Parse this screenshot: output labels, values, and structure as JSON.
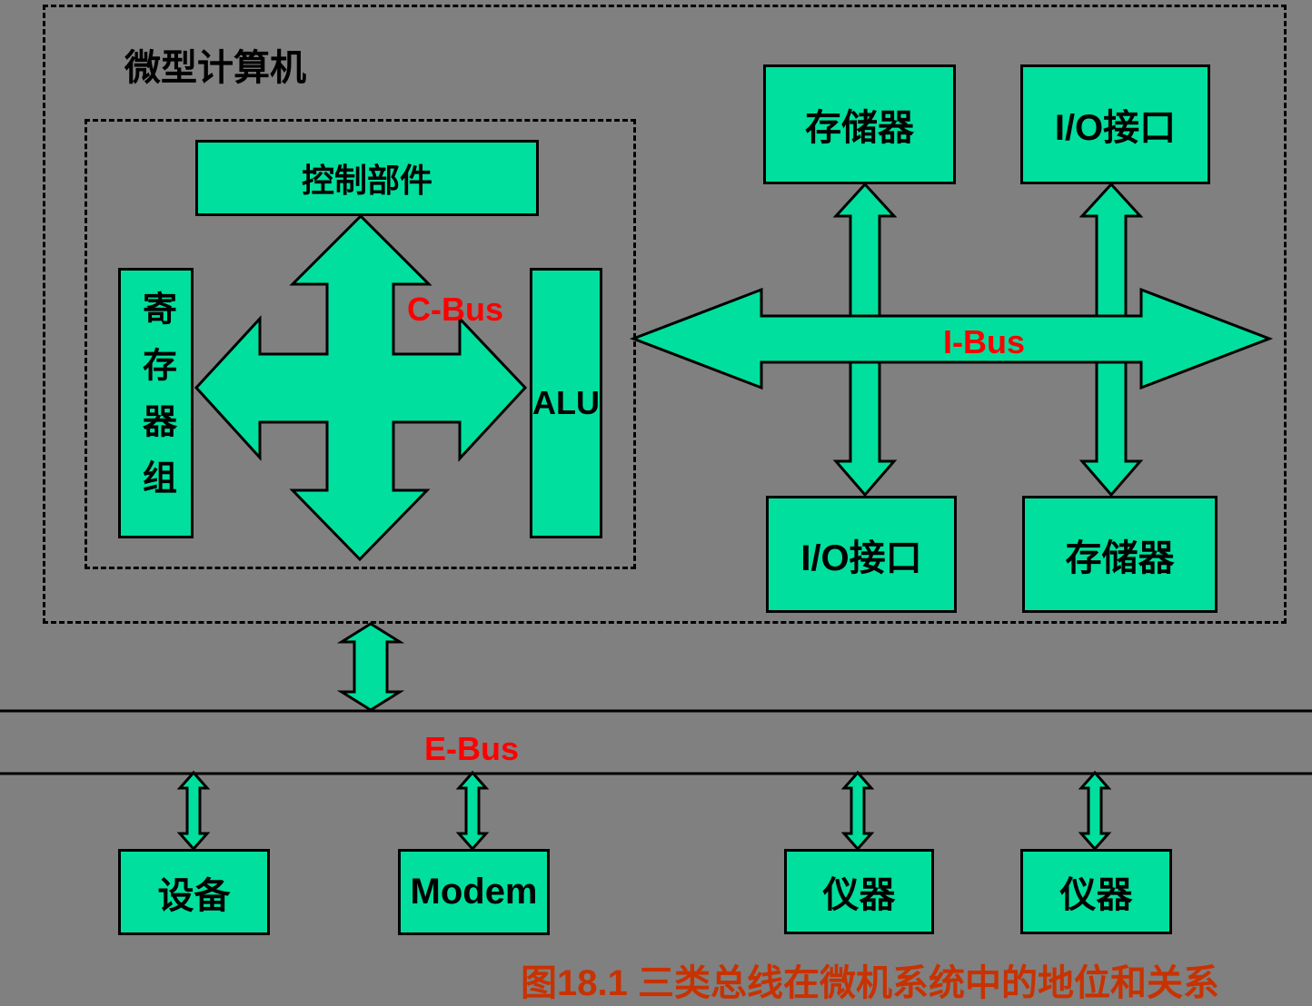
{
  "diagram": {
    "outer_label": "微型计算机",
    "caption": "图18.1  三类总线在微机系统中的地位和关系",
    "colors": {
      "background": "#808080",
      "box_fill": "#00DF9E",
      "outline": "#000000",
      "bus_label": "#FF0000",
      "caption": "#C83200"
    },
    "boxes": {
      "control_unit": "控制部件",
      "registers": "寄存器组",
      "alu": "ALU",
      "memory_top": "存储器",
      "io_top": "I/O接口",
      "io_bottom": "I/O接口",
      "memory_bottom": "存储器",
      "device": "设备",
      "modem": "Modem",
      "instrument_left": "仪器",
      "instrument_right": "仪器"
    },
    "bus_labels": {
      "c_bus": "C-Bus",
      "i_bus": "I-Bus",
      "e_bus": "E-Bus"
    }
  }
}
